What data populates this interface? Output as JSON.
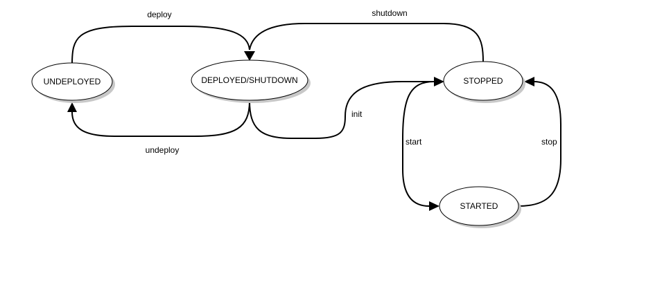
{
  "diagram": {
    "states": {
      "undeployed": "UNDEPLOYED",
      "deployed_shutdown": "DEPLOYED/SHUTDOWN",
      "stopped": "STOPPED",
      "started": "STARTED"
    },
    "transitions": {
      "deploy": "deploy",
      "undeploy": "undeploy",
      "shutdown": "shutdown",
      "init": "init",
      "start": "start",
      "stop": "stop"
    }
  }
}
